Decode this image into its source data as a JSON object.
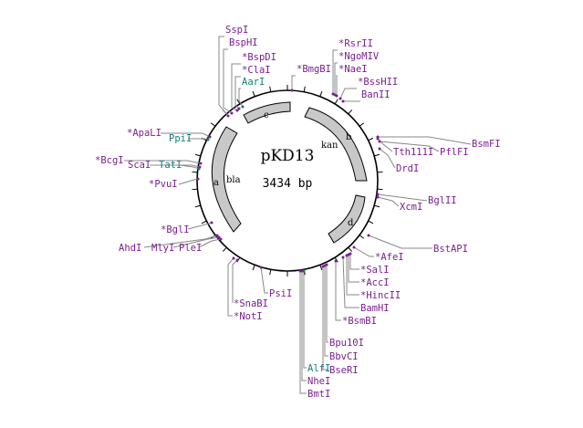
{
  "plasmid": {
    "name": "pKD13",
    "size_label": "3434 bp"
  },
  "colors": {
    "purple": "#7a1f8f",
    "teal": "#137a7a",
    "feature_fill": "#c8c8c8"
  },
  "features": [
    {
      "id": "c",
      "label": "c"
    },
    {
      "id": "b",
      "label": "b",
      "name": "kan"
    },
    {
      "id": "d",
      "label": "d"
    },
    {
      "id": "a",
      "label": "a",
      "name": "bla"
    }
  ],
  "sites": [
    {
      "name": "SspI",
      "color": "purple"
    },
    {
      "name": "BspHI",
      "color": "purple"
    },
    {
      "name": "*BspDI",
      "color": "purple"
    },
    {
      "name": "*ClaI",
      "color": "purple"
    },
    {
      "name": "AarI",
      "color": "teal"
    },
    {
      "name": "*BmgBI",
      "color": "purple"
    },
    {
      "name": "*RsrII",
      "color": "purple"
    },
    {
      "name": "*NgoMIV",
      "color": "purple"
    },
    {
      "name": "*NaeI",
      "color": "purple"
    },
    {
      "name": "*BssHII",
      "color": "purple"
    },
    {
      "name": "BanII",
      "color": "purple"
    },
    {
      "name": "BsmFI",
      "color": "purple"
    },
    {
      "name": "Tth111I",
      "color": "purple"
    },
    {
      "name": "PflFI",
      "color": "purple"
    },
    {
      "name": "DrdI",
      "color": "purple"
    },
    {
      "name": "BglII",
      "color": "purple"
    },
    {
      "name": "XcmI",
      "color": "purple"
    },
    {
      "name": "BstAPI",
      "color": "purple"
    },
    {
      "name": "*AfeI",
      "color": "purple"
    },
    {
      "name": "*SalI",
      "color": "purple"
    },
    {
      "name": "*AccI",
      "color": "purple"
    },
    {
      "name": "*HincII",
      "color": "purple"
    },
    {
      "name": "BamHI",
      "color": "purple"
    },
    {
      "name": "*BsmBI",
      "color": "purple"
    },
    {
      "name": "Bpu10I",
      "color": "purple"
    },
    {
      "name": "BbvCI",
      "color": "purple"
    },
    {
      "name": "BseRI",
      "color": "purple"
    },
    {
      "name": "AlfI",
      "color": "teal"
    },
    {
      "name": "NheI",
      "color": "purple"
    },
    {
      "name": "BmtI",
      "color": "purple"
    },
    {
      "name": "PsiI",
      "color": "purple"
    },
    {
      "name": "*SnaBI",
      "color": "purple"
    },
    {
      "name": "*NotI",
      "color": "purple"
    },
    {
      "name": "AhdI",
      "color": "purple"
    },
    {
      "name": "MlyI",
      "color": "purple"
    },
    {
      "name": "PleI",
      "color": "purple"
    },
    {
      "name": "*BglI",
      "color": "purple"
    },
    {
      "name": "*PvuI",
      "color": "purple"
    },
    {
      "name": "*BcgI",
      "color": "purple"
    },
    {
      "name": "ScaI",
      "color": "purple"
    },
    {
      "name": "TatI",
      "color": "teal"
    },
    {
      "name": "*ApaLI",
      "color": "purple"
    },
    {
      "name": "PpiI",
      "color": "teal"
    }
  ]
}
